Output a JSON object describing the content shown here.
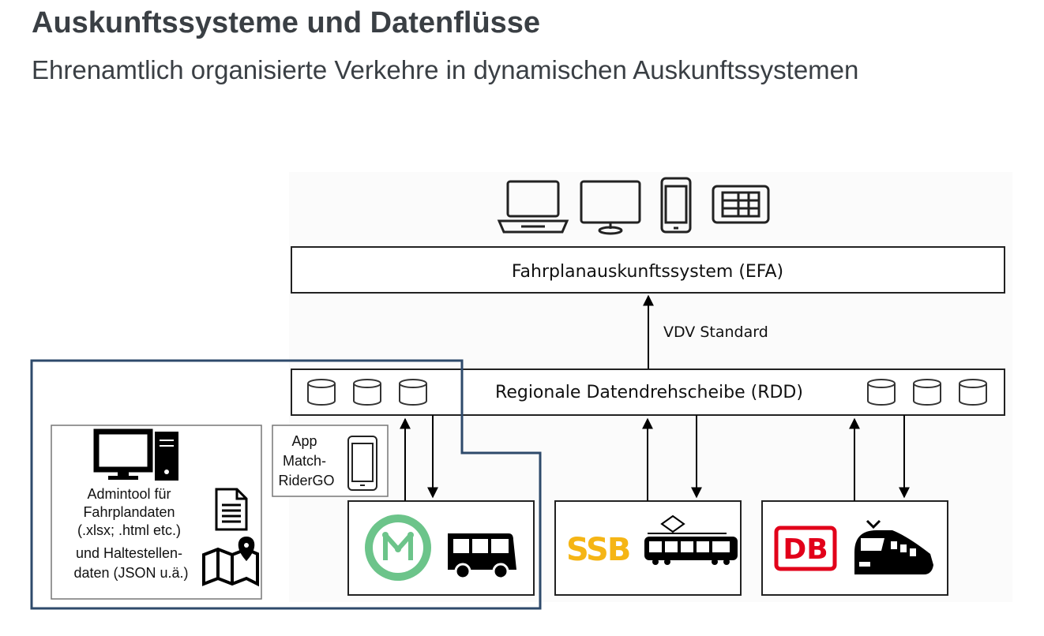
{
  "title": "Auskunftssysteme und Datenflüsse",
  "subtitle": "Ehrenamtlich organisierte Verkehre in dynamischen Auskunftssystemen",
  "diagram": {
    "efa_label": "Fahrplanauskunftssystem (EFA)",
    "vdv_label": "VDV Standard",
    "rdd_label": "Regionale Datendrehscheibe (RDD)",
    "app_label_lines": [
      "App",
      "Match-",
      "RiderGO"
    ],
    "admin_label_lines": [
      "Admintool für",
      "Fahrplandaten",
      "(.xlsx; .html etc.)",
      "und Haltestellen-",
      "daten (JSON u.ä.)"
    ],
    "ssb_logo": "SSB",
    "db_logo": "DB",
    "highlight_color": "#2e4a6b",
    "icons": [
      "laptop-icon",
      "monitor-icon",
      "smartphone-icon",
      "tablet-icon",
      "database-icon",
      "desktop-computer-icon",
      "document-icon",
      "map-pin-icon",
      "matchrider-logo-icon",
      "bus-icon",
      "tram-icon",
      "train-icon"
    ]
  }
}
